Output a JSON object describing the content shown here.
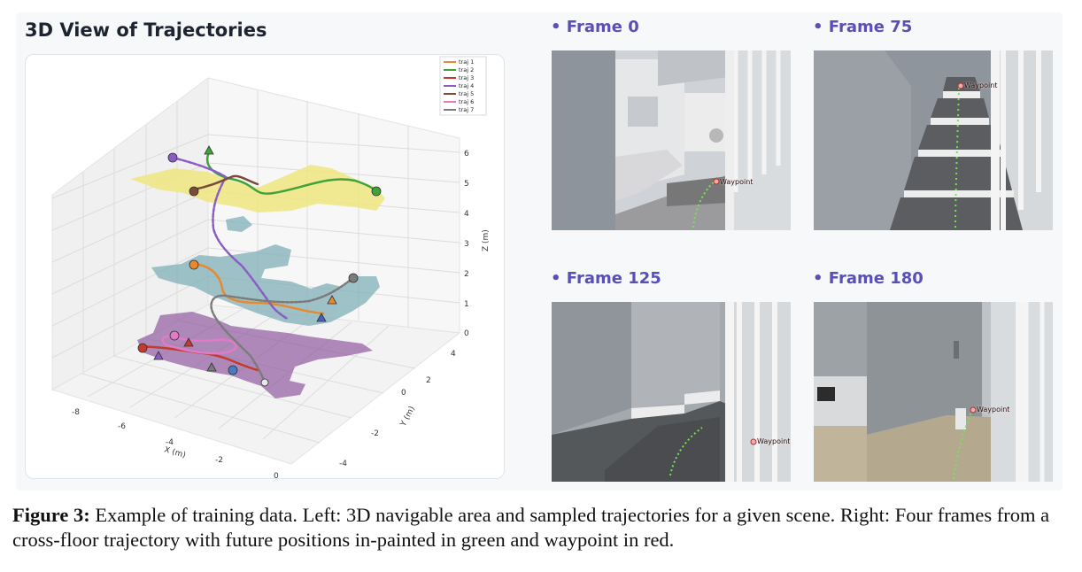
{
  "figure": {
    "left_title": "3D View of Trajectories",
    "frames": [
      {
        "label": "Frame 0",
        "waypoint": "Waypoint"
      },
      {
        "label": "Frame 75",
        "waypoint": "Waypoint"
      },
      {
        "label": "Frame 125",
        "waypoint": "Waypoint"
      },
      {
        "label": "Frame 180",
        "waypoint": "Waypoint"
      }
    ],
    "bullet": "•",
    "caption": {
      "label": "Figure 3:",
      "text": " Example of training data. Left: 3D navigable area and sampled trajectories for a given scene. Right: Four frames from a cross-floor trajectory with future positions in-painted in green and waypoint in red."
    }
  },
  "chart_data": {
    "type": "line",
    "projection": "3d",
    "title": "",
    "xlabel": "X (m)",
    "ylabel": "Y (m)",
    "zlabel": "Z (m)",
    "x_ticks": [
      "-8",
      "-6",
      "-4",
      "-2",
      "0"
    ],
    "y_ticks": [
      "-4",
      "-2",
      "0",
      "2",
      "4"
    ],
    "z_ticks": [
      "0",
      "1",
      "2",
      "3",
      "4",
      "5",
      "6"
    ],
    "legend_position": "top-right",
    "grid": true,
    "series": [
      {
        "name": "traj 1",
        "color": "#e8892f"
      },
      {
        "name": "traj 2",
        "color": "#3fa33a"
      },
      {
        "name": "traj 3",
        "color": "#c23b2c"
      },
      {
        "name": "traj 4",
        "color": "#8a5cc4"
      },
      {
        "name": "traj 5",
        "color": "#7a4a3a"
      },
      {
        "name": "traj 6",
        "color": "#e27ac7"
      },
      {
        "name": "traj 7",
        "color": "#7b7b7b"
      }
    ],
    "floor_colors": {
      "upper": "#efe680",
      "middle": "#7fb0b8",
      "lower": "#8e5a9e"
    }
  }
}
